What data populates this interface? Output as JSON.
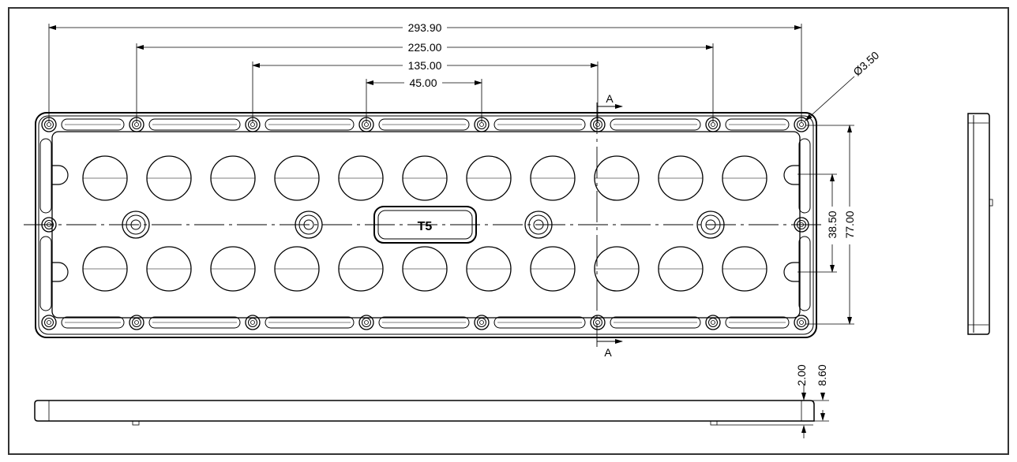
{
  "dimensions": {
    "overall_length": "293.90",
    "hole_span_outer": "225.00",
    "hole_span_mid": "135.00",
    "hole_span_inner": "45.00",
    "hole_diameter": "Ø3.50",
    "inner_width": "38.50",
    "overall_width": "77.00",
    "thickness_lip": "2.00",
    "thickness_total": "8.60"
  },
  "labels": {
    "part_name": "T5",
    "section_top": "A",
    "section_bottom": "A"
  },
  "lens_grid": {
    "rows": 2,
    "cols": 11
  },
  "colors": {
    "line": "#000000",
    "frame": "#333333"
  }
}
